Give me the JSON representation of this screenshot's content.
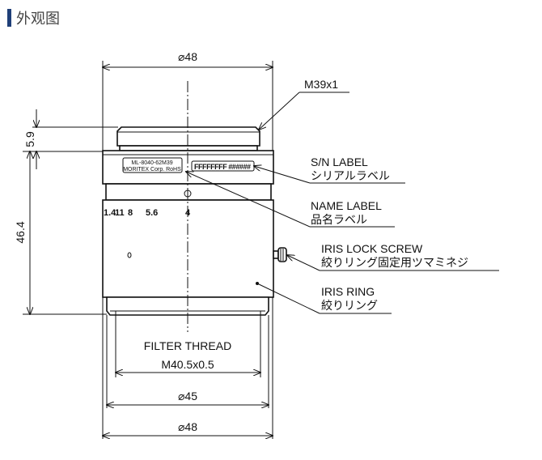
{
  "header": {
    "title": "外观图",
    "accent_color": "#1f3f78"
  },
  "dimensions": {
    "top_diameter": "⌀48",
    "mount": "M39x1",
    "mount_height": "5.9",
    "body_height": "46.4",
    "filter_thread_label": "FILTER THREAD",
    "filter_thread": "M40.5x0.5",
    "front_diameter": "⌀45",
    "outer_diameter": "⌀48"
  },
  "lens": {
    "name_label_model": "ML-8040-62M39",
    "name_label_maker": "MORITEX Corp. RoHS",
    "serial_text": "FFFFFFFF ######",
    "f_numbers": [
      "1.4",
      "11",
      "8",
      "5.6",
      "4"
    ]
  },
  "callouts": [
    {
      "en": "S/N LABEL",
      "ja": "シリアルラベル"
    },
    {
      "en": "NAME LABEL",
      "ja": "品名ラベル"
    },
    {
      "en": "IRIS LOCK SCREW",
      "ja": "絞りリング固定用ツマミネジ"
    },
    {
      "en": "IRIS RING",
      "ja": "絞りリング"
    }
  ]
}
